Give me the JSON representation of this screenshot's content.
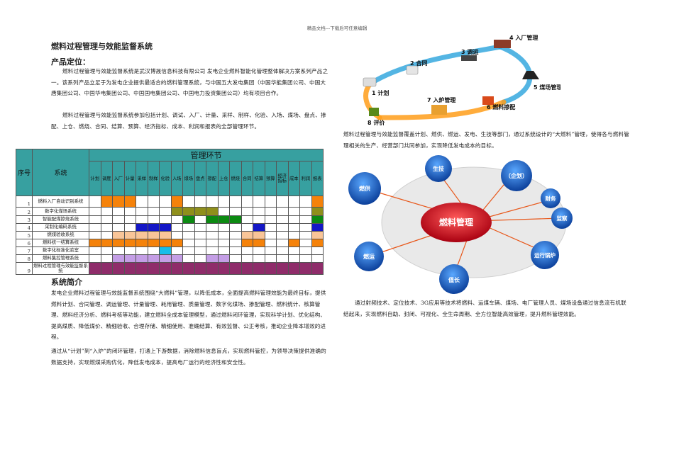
{
  "header_note": "精品文档---下载后可任意编辑",
  "title": "燃料过程管理与效能监督系统",
  "section_positioning": {
    "heading": "产品定位：",
    "paragraph1": "燃料过程管理与效能监督系统是武汉博晟信息科技有限公司 发电企业燃料智能化管理整体解决方案系列产品之一。该系列产品立足于为发电企业提供最适合的燃料管理系统，与中国五大发电集团（中国华能集团公司、中国大唐集团公司、中国华电集团公司、中国国电集团公司、中国电力投资集团公司）均有项目合作。",
    "paragraph2": "燃料过程管理与效能监督系统参加包括计划、调试、入厂、计量、采样、制样、化验、入场、煤场、盘点、掺配、上仓、燃烧、合同、结算、预算、经济指标、成本、利润和报表的全部管理环节。"
  },
  "table": {
    "col_seq": "序号",
    "col_system": "系统",
    "col_group": "管理环节",
    "stage_labels": [
      "计划",
      "调度",
      "入厂",
      "计量",
      "采样",
      "制样",
      "化验",
      "入场",
      "煤场",
      "盘点",
      "掺配",
      "上仓",
      "燃烧",
      "合同",
      "结算",
      "预算",
      "经济指标",
      "成本",
      "利润",
      "报表"
    ],
    "rows": [
      {
        "num": "1",
        "name": "燃料入厂自动识别系统"
      },
      {
        "num": "2",
        "name": "数字化煤场系统"
      },
      {
        "num": "3",
        "name": "智能配煤掺烧系统"
      },
      {
        "num": "4",
        "name": "采制化编码系统"
      },
      {
        "num": "5",
        "name": "燃煤验收系统"
      },
      {
        "num": "6",
        "name": "燃料统一结算系统"
      },
      {
        "num": "7",
        "name": "数字化标准化验室"
      },
      {
        "num": "8",
        "name": "燃料集控管理系统"
      },
      {
        "num": "9",
        "name": "燃料过程管理与效能监督系统"
      }
    ],
    "colors": {
      "orange": "#f5820a",
      "olive": "#8f8f1b",
      "green": "#0c8a12",
      "blue": "#1417c7",
      "peach": "#f9c598",
      "cyan": "#17bde8",
      "lilac": "#c49ee6",
      "plum": "#8f2c6a",
      "header": "#37a0a0"
    }
  },
  "section_intro": {
    "heading": "系统简介",
    "paragraph1": "发电企业燃料过程管理与效能监督系统围绕“大燃料”管理，以降低成本，全面提高燃料管理效能为最终目标，提供燃料计划、合同管理、调运管理、计量管理、耗用管理、质量管理、数字化煤场、掺配管理、燃料统计、核算管理、燃料经济分析、燃料考核等功能，建立燃料全成本管理模型，通过燃料闭环管理，实现科学计划、优化结构、提高煤质、降低煤价、精细验收、合理存储、精细使用、准确结算、有效监督、公正考核，推动企业降本增效的进程。",
    "paragraph2": "通过从“计划”到“入炉”的闭环管理，打通上下游数据，消除燃料信息盲点，实现燃料管控，为领导决策提供准确的数据支持，实现燃煤采购优化，降低发电成本，提高电厂运行的经济性和安全性。"
  },
  "flow_diagram": {
    "steps": [
      "1 计划",
      "2 合同",
      "3 调运",
      "4 入厂管理",
      "5 煤场管理",
      "6 燃料掺配",
      "7 入炉管理",
      "8 评价"
    ]
  },
  "right_paragraph1": "燃料过程管理与效能监督覆盖计划、燃供、燃运、发电、生技等部门，通过系统设计的“大燃料”管理，使得各与燃料管理相关的生产、经营部门共同参加，实现降低发电成本的目标。",
  "hub_diagram": {
    "center": "燃料管理",
    "nodes": [
      "生技",
      "（企划）",
      "财务",
      "监察",
      "运行锅炉",
      "值长",
      "燃运",
      "燃供"
    ]
  },
  "right_paragraph2": "通过射频技术、定位技术、3G应用等技术将燃料、运煤车辆、煤场、电厂管理人员、煤场设备通过信息流有机联结起来，实现燃料自助、封闭、可视化、全生命周期、全方位智能高效管理，提升燃料管理效能。"
}
